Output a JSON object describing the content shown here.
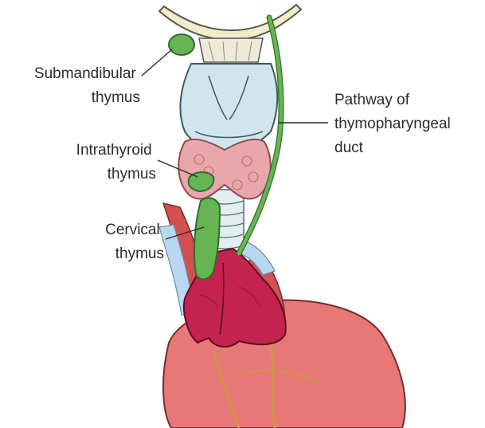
{
  "labels": {
    "submandibular": [
      "Submandibular",
      "thymus"
    ],
    "intrathyroid": [
      "Intrathyroid",
      "thymus"
    ],
    "cervical": [
      "Cervical",
      "thymus"
    ],
    "pathway": [
      "Pathway of",
      "thymopharyngeal",
      "duct"
    ]
  },
  "colors": {
    "thymus": "#67b552",
    "thymus_outline": "#2f6e2a",
    "thyroid": "#e8a7ab",
    "cartilage": "#cfe7ec",
    "hyoid": "#f2ecc8",
    "main_thymus": "#c42350",
    "heart": "#e87878",
    "vessel": "#d2504f",
    "vein": "#b9d7ef"
  }
}
